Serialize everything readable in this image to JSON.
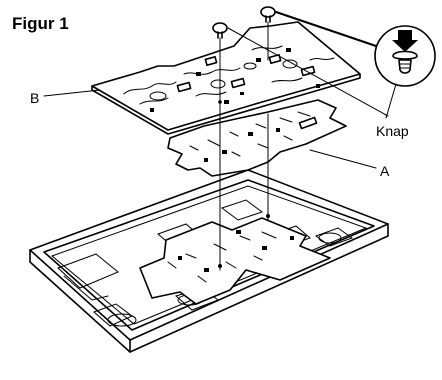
{
  "figure": {
    "title": "Figur 1",
    "labels": {
      "b": "B",
      "a": "A",
      "knap": "Knap"
    }
  }
}
